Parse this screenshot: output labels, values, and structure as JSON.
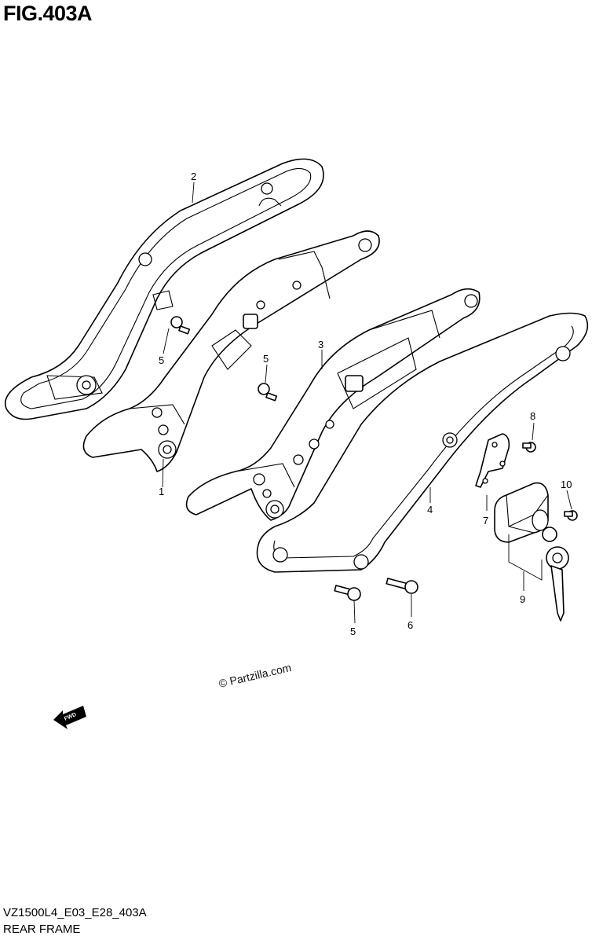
{
  "figure_title": "FIG.403A",
  "diagram_code": "VZ1500L4_E03_E28_403A",
  "diagram_name": "REAR FRAME",
  "watermark": "© Partzilla.com",
  "fwd_label": "FWD",
  "callouts": {
    "frame_lh": "1",
    "cover_lh": "2",
    "frame_rh": "3",
    "cover_rh": "4",
    "bolt_a": "5",
    "bolt_b": "5",
    "bolt_c": "5",
    "bolt_long": "6",
    "bracket": "7",
    "bracket_bolt": "8",
    "lock_set": "9",
    "lock_bolt": "10"
  }
}
